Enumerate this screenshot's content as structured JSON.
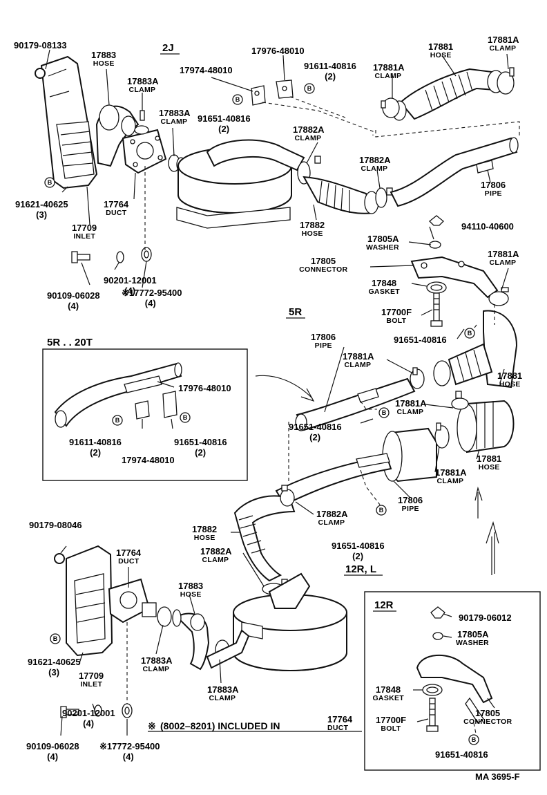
{
  "sections": {
    "s2j": "2J",
    "s5r": "5R",
    "inset_5r20t": "5R . . 20T",
    "s12rl": "12R, L",
    "inset_12r": "12R"
  },
  "note": {
    "symbol": "※",
    "text": "(8002–8201) INCLUDED  IN",
    "part": "17764",
    "part_name": "DUCT"
  },
  "ref_code": "MA  3695-F",
  "bolt_marker": "B",
  "labels": {
    "a1": {
      "part": "90179-08133",
      "qty": "",
      "name": ""
    },
    "a2": {
      "part": "17883",
      "qty": "",
      "name": "HOSE"
    },
    "a3": {
      "part": "17883A",
      "qty": "",
      "name": "CLAMP"
    },
    "a4": {
      "part": "17883A",
      "qty": "",
      "name": "CLAMP"
    },
    "a5": {
      "part": "17764",
      "qty": "",
      "name": "DUCT"
    },
    "a6": {
      "part": "91621-40625",
      "qty": "(3)",
      "name": ""
    },
    "a7": {
      "part": "17709",
      "qty": "",
      "name": "INLET"
    },
    "a8": {
      "part": "90201-12001",
      "qty": "(4)",
      "name": ""
    },
    "a9": {
      "part": "90109-06028",
      "qty": "(4)",
      "name": ""
    },
    "a10": {
      "part": "※17772-95400",
      "qty": "(4)",
      "name": ""
    },
    "a11": {
      "part": "17974-48010",
      "qty": "",
      "name": ""
    },
    "a12": {
      "part": "17976-48010",
      "qty": "",
      "name": ""
    },
    "a13": {
      "part": "91611-40816",
      "qty": "(2)",
      "name": ""
    },
    "a14": {
      "part": "91651-40816",
      "qty": "(2)",
      "name": ""
    },
    "a15": {
      "part": "17882A",
      "qty": "",
      "name": "CLAMP"
    },
    "a16": {
      "part": "17882A",
      "qty": "",
      "name": "CLAMP"
    },
    "a17": {
      "part": "17882",
      "qty": "",
      "name": "HOSE"
    },
    "a18": {
      "part": "17881",
      "qty": "",
      "name": "HOSE"
    },
    "a19": {
      "part": "17881A",
      "qty": "",
      "name": "CLAMP"
    },
    "a20": {
      "part": "17881A",
      "qty": "",
      "name": "CLAMP"
    },
    "a21": {
      "part": "17806",
      "qty": "",
      "name": "PIPE"
    },
    "b1": {
      "part": "94110-40600",
      "qty": "",
      "name": ""
    },
    "b2": {
      "part": "17805A",
      "qty": "",
      "name": "WASHER"
    },
    "b3": {
      "part": "17805",
      "qty": "",
      "name": "CONNECTOR"
    },
    "b4": {
      "part": "17881A",
      "qty": "",
      "name": "CLAMP"
    },
    "b5": {
      "part": "17848",
      "qty": "",
      "name": "GASKET"
    },
    "b6": {
      "part": "17700F",
      "qty": "",
      "name": "BOLT"
    },
    "b7": {
      "part": "91651-40816",
      "qty": "",
      "name": ""
    },
    "b8": {
      "part": "17806",
      "qty": "",
      "name": "PIPE"
    },
    "b9": {
      "part": "17881A",
      "qty": "",
      "name": "CLAMP"
    },
    "b10": {
      "part": "17881",
      "qty": "",
      "name": "HOSE"
    },
    "b11": {
      "part": "17881A",
      "qty": "",
      "name": "CLAMP"
    },
    "b12": {
      "part": "91651-40816",
      "qty": "(2)",
      "name": ""
    },
    "b13": {
      "part": "17881",
      "qty": "",
      "name": "HOSE"
    },
    "b14": {
      "part": "17881A",
      "qty": "",
      "name": "CLAMP"
    },
    "b15": {
      "part": "17806",
      "qty": "",
      "name": "PIPE"
    },
    "b16": {
      "part": "91651-40816",
      "qty": "(2)",
      "name": ""
    },
    "c1": {
      "part": "17976-48010",
      "qty": "",
      "name": ""
    },
    "c2": {
      "part": "91611-40816",
      "qty": "(2)",
      "name": ""
    },
    "c3": {
      "part": "91651-40816",
      "qty": "(2)",
      "name": ""
    },
    "c4": {
      "part": "17974-48010",
      "qty": "",
      "name": ""
    },
    "d1": {
      "part": "90179-08046",
      "qty": "",
      "name": ""
    },
    "d2": {
      "part": "17764",
      "qty": "",
      "name": "DUCT"
    },
    "d3": {
      "part": "17882A",
      "qty": "",
      "name": "CLAMP"
    },
    "d4": {
      "part": "17882",
      "qty": "",
      "name": "HOSE"
    },
    "d5": {
      "part": "17882A",
      "qty": "",
      "name": "CLAMP"
    },
    "d6": {
      "part": "17883",
      "qty": "",
      "name": "HOSE"
    },
    "d7": {
      "part": "91621-40625",
      "qty": "(3)",
      "name": ""
    },
    "d8": {
      "part": "17709",
      "qty": "",
      "name": "INLET"
    },
    "d9": {
      "part": "17883A",
      "qty": "",
      "name": "CLAMP"
    },
    "d10": {
      "part": "17883A",
      "qty": "",
      "name": "CLAMP"
    },
    "d11": {
      "part": "90201-12001",
      "qty": "(4)",
      "name": ""
    },
    "d12": {
      "part": "90109-06028",
      "qty": "(4)",
      "name": ""
    },
    "d13": {
      "part": "※17772-95400",
      "qty": "(4)",
      "name": ""
    },
    "e1": {
      "part": "90179-06012",
      "qty": "",
      "name": ""
    },
    "e2": {
      "part": "17805A",
      "qty": "",
      "name": "WASHER"
    },
    "e3": {
      "part": "17848",
      "qty": "",
      "name": "GASKET"
    },
    "e4": {
      "part": "17805",
      "qty": "",
      "name": "CONNECTOR"
    },
    "e5": {
      "part": "17700F",
      "qty": "",
      "name": "BOLT"
    },
    "e6": {
      "part": "91651-40816",
      "qty": "",
      "name": ""
    }
  }
}
